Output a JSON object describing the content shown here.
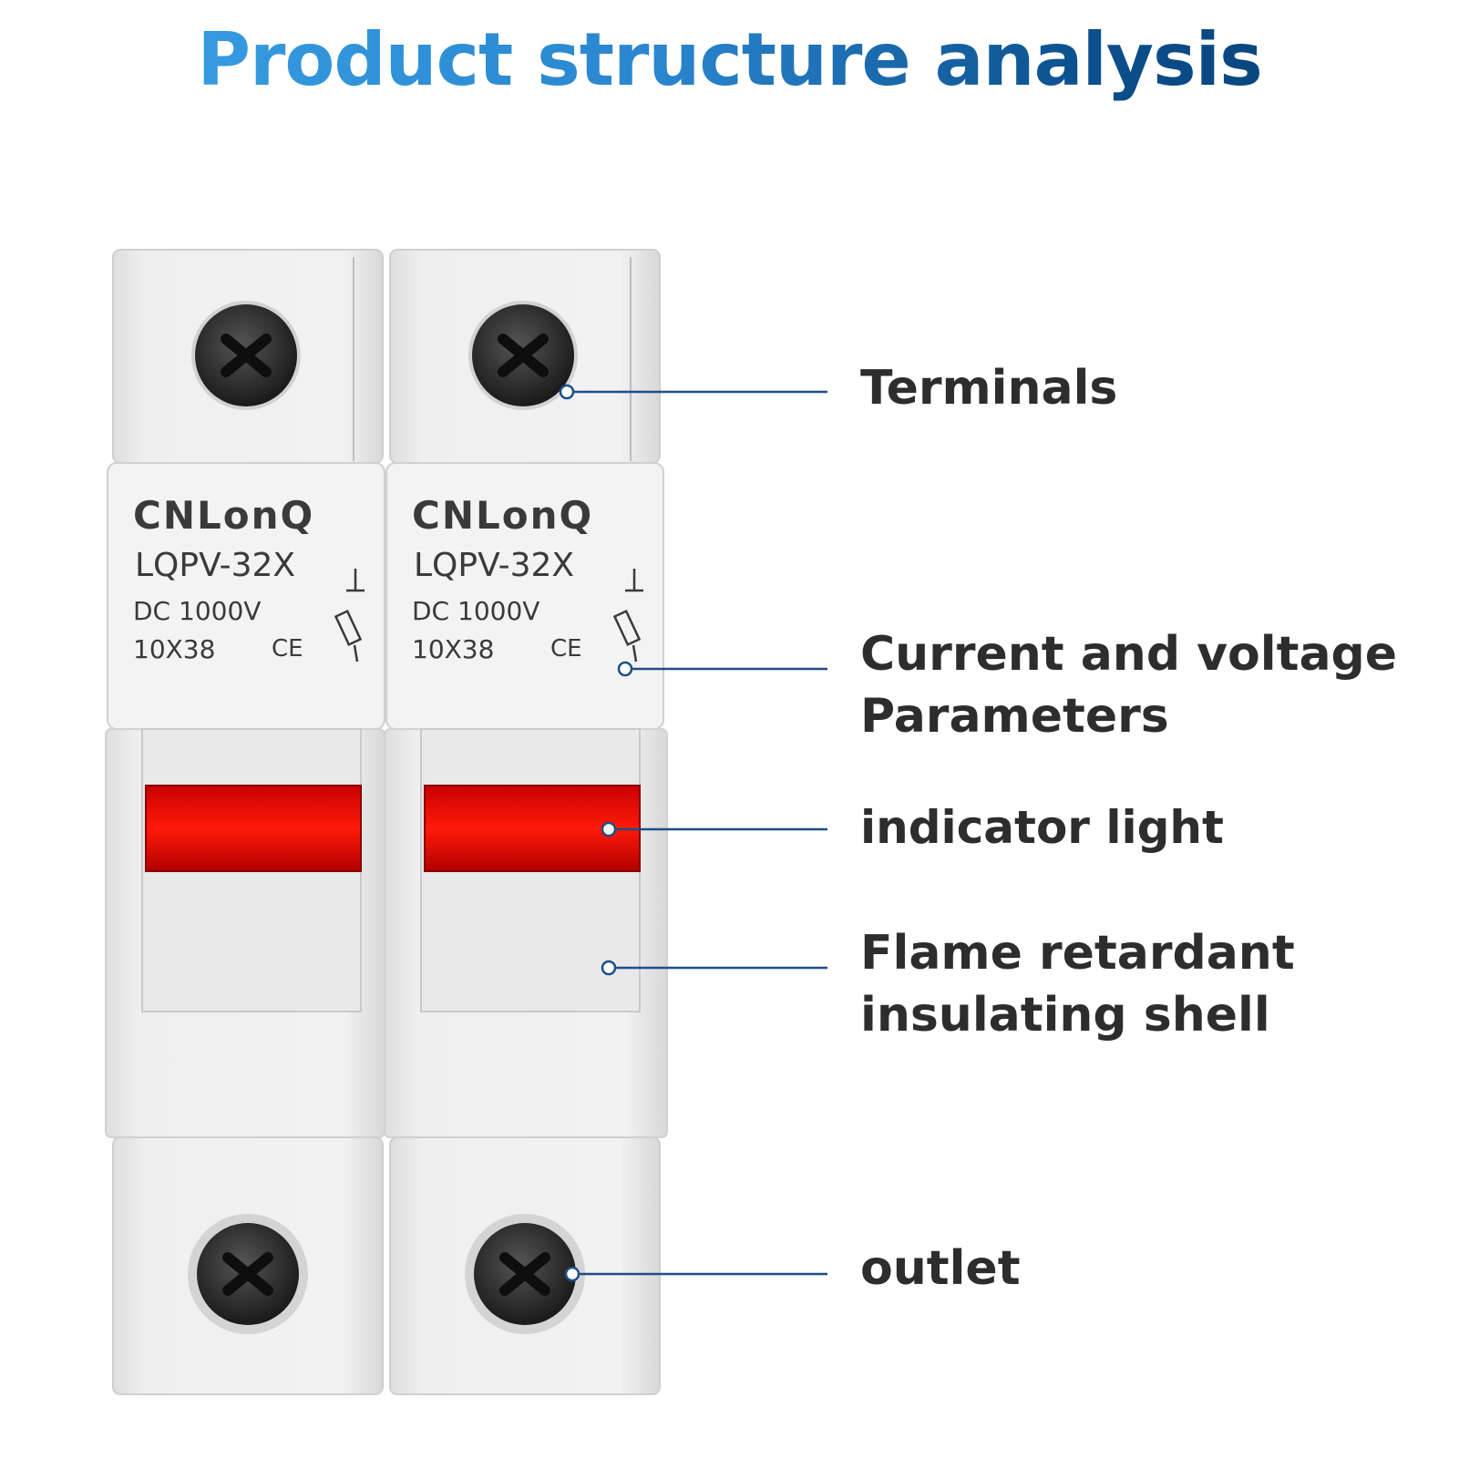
{
  "title": "Product structure analysis",
  "colors": {
    "title_start": "#3aa3e6",
    "title_end": "#083c70",
    "leader_line": "#1c4e86",
    "label_text": "#2d2d2d",
    "housing": "#ebebeb",
    "indicator": "#e00000",
    "screw": "#2a2a2a"
  },
  "product": {
    "brand": "CNLonQ",
    "model": "LQPV-32X",
    "voltage": "DC 1000V",
    "size": "10X38",
    "mark": "CE"
  },
  "callouts": [
    {
      "id": "terminals",
      "text": "Terminals"
    },
    {
      "id": "parameters",
      "text": "Current and voltage\nParameters"
    },
    {
      "id": "indicator",
      "text": "indicator light"
    },
    {
      "id": "shell",
      "text": "Flame retardant\ninsulating shell"
    },
    {
      "id": "outlet",
      "text": "outlet"
    }
  ]
}
